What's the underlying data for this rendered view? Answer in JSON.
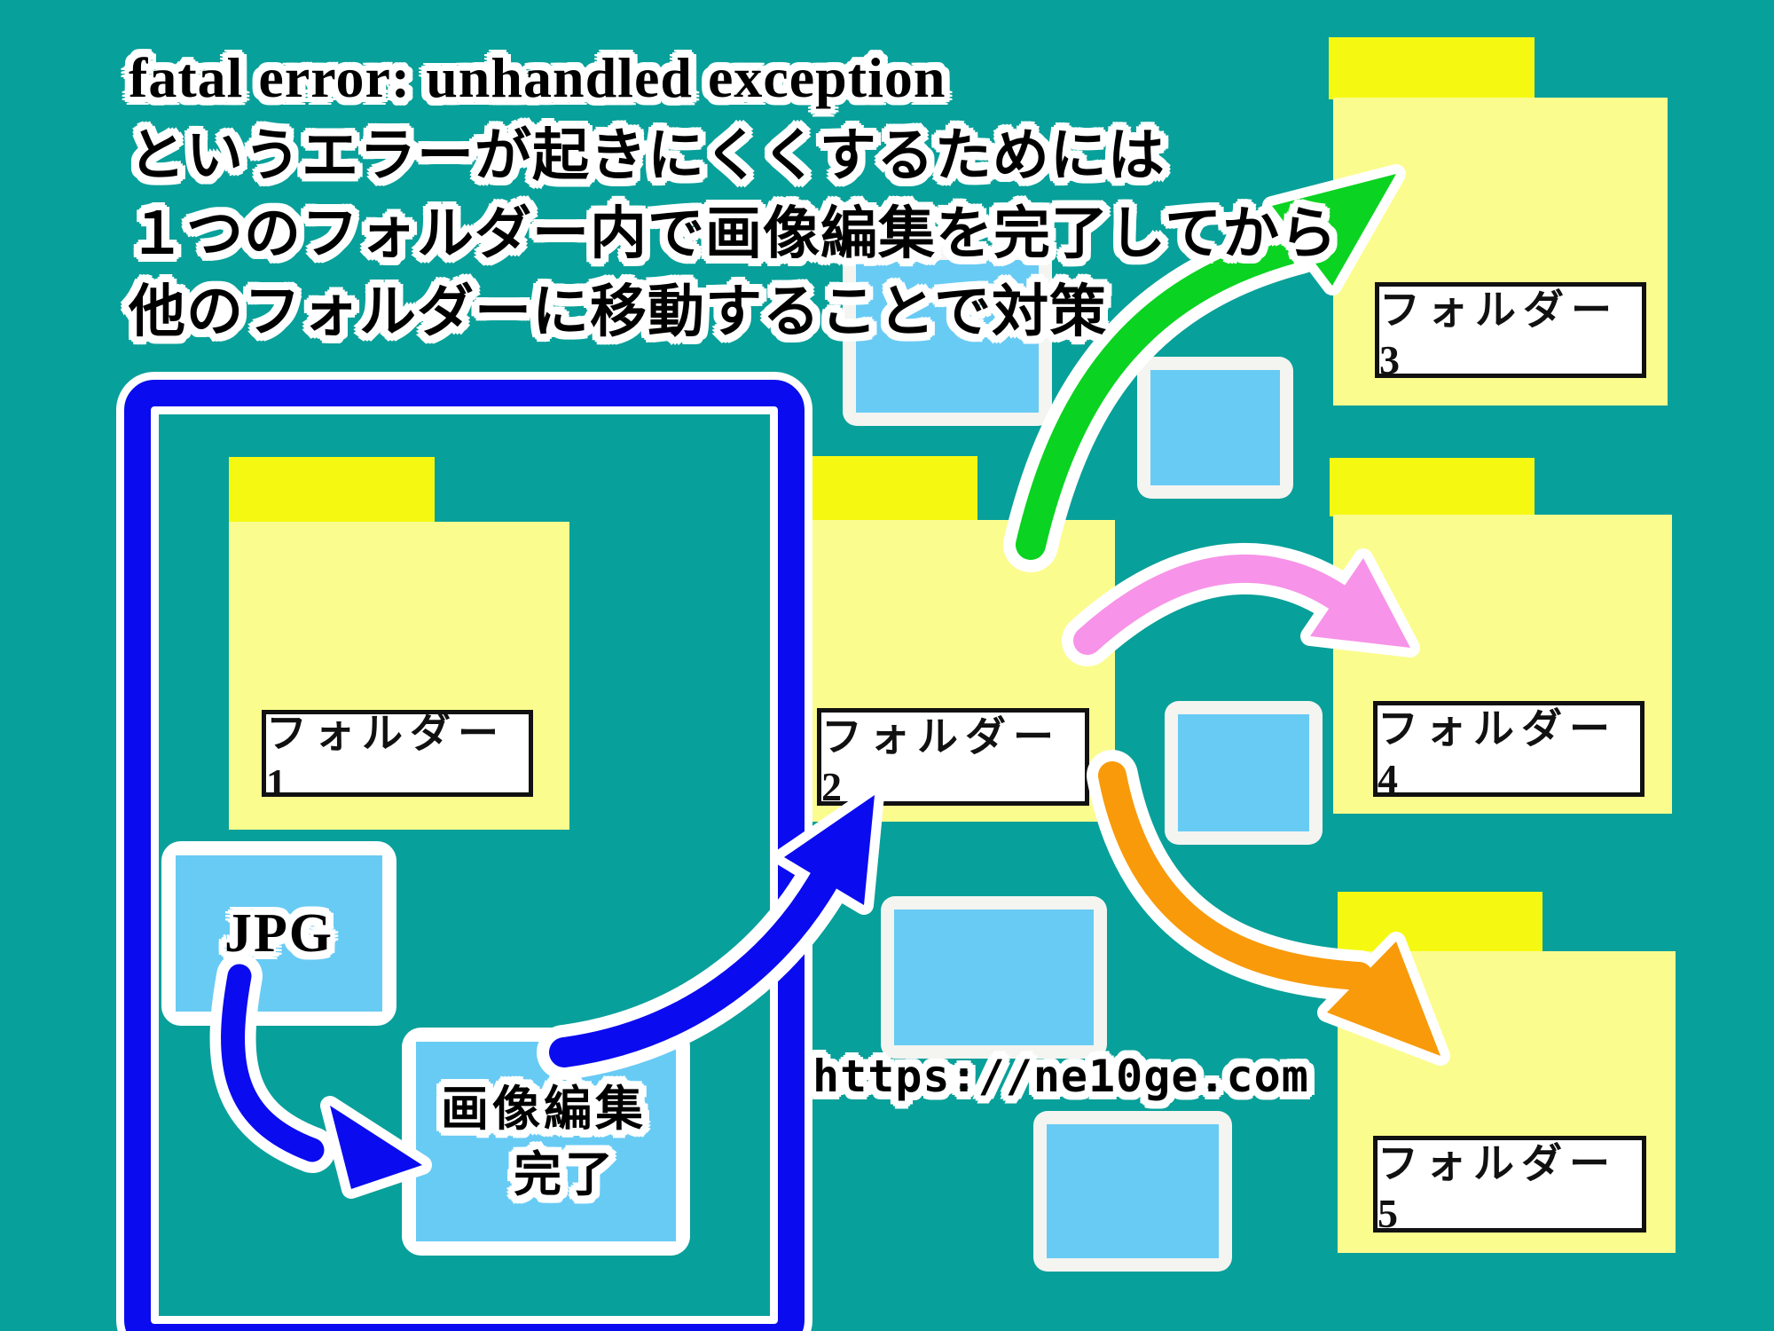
{
  "title": {
    "lines": [
      "fatal error: unhandled exception",
      "というエラーが起きにくくするためには",
      "１つのフォルダー内で画像編集を完了してから",
      "他のフォルダーに移動することで対策"
    ]
  },
  "folders": [
    {
      "label": "フォルダー1"
    },
    {
      "label": "フォルダー2"
    },
    {
      "label": "フォルダー3"
    },
    {
      "label": "フォルダー4"
    },
    {
      "label": "フォルダー5"
    }
  ],
  "jpg_box": {
    "label": "JPG"
  },
  "edit_box": {
    "line1": "画像編集",
    "line2": "完了"
  },
  "url": {
    "text": "https://ne10ge.com"
  },
  "arrows": [
    {
      "name": "jpg-to-edit-arrow",
      "color_key": "blue"
    },
    {
      "name": "folder1-to-folder2-arrow",
      "color_key": "blue"
    },
    {
      "name": "folder2-to-folder3-arrow",
      "color_key": "green"
    },
    {
      "name": "folder2-to-folder4-arrow",
      "color_key": "pink"
    },
    {
      "name": "folder2-to-folder5-arrow",
      "color_key": "orange"
    }
  ],
  "colors": {
    "background": "#08a09a",
    "folder_tab": "#f5f912",
    "folder_body": "#fbfc8e",
    "light_blue": "#68cbf4",
    "blue": "#0b0bf0",
    "green": "#0bd321",
    "pink": "#f793e8",
    "orange": "#f89a0a"
  }
}
